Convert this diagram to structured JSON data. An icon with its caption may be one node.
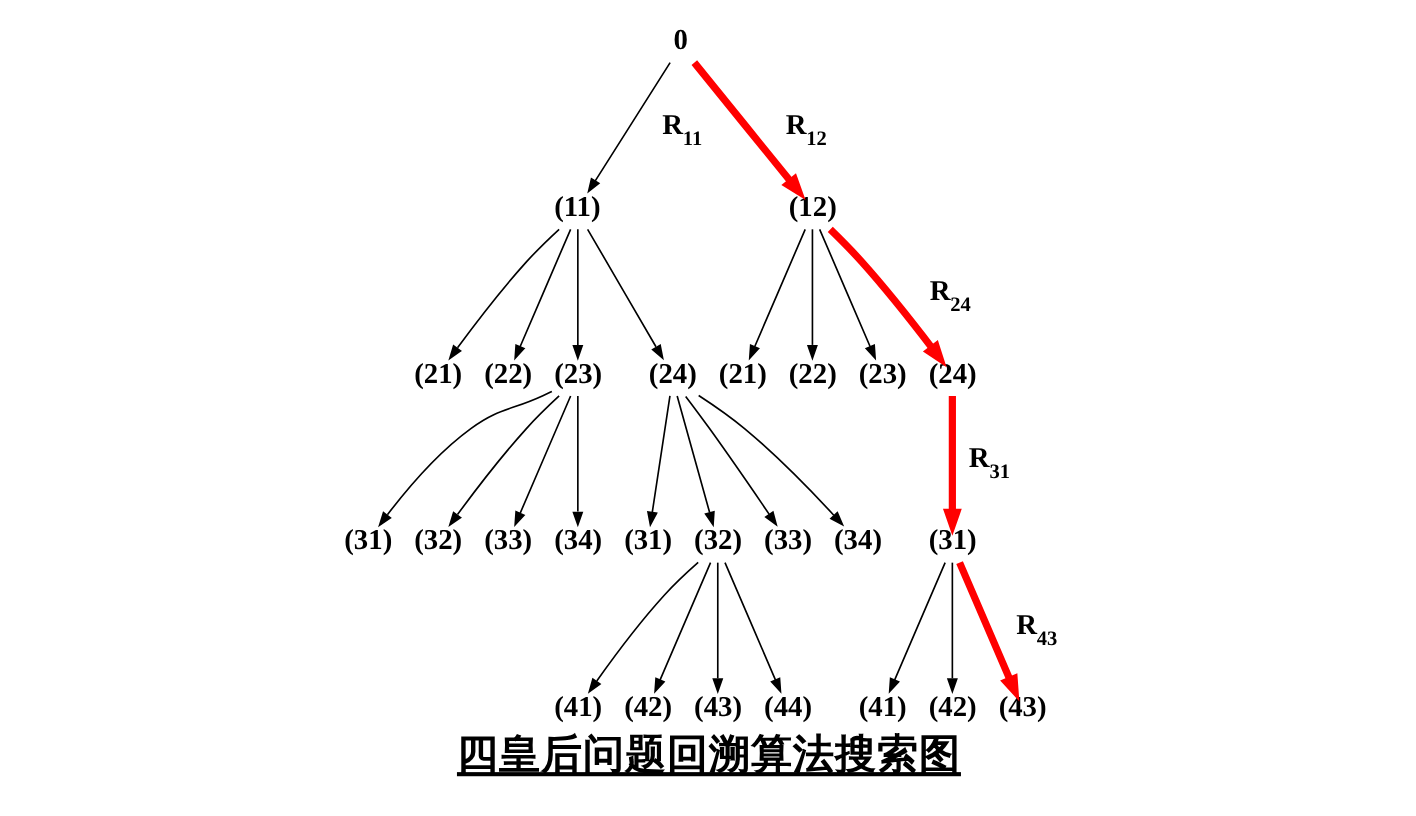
{
  "diagram": {
    "caption": "四皇后问题回溯算法搜索图",
    "nodes": [
      {
        "text": [
          "0"
        ]
      },
      {
        "text": [
          "(11)"
        ]
      },
      {
        "text": [
          "(12)"
        ]
      },
      {
        "text": [
          "(21)"
        ]
      },
      {
        "text": [
          "(22)"
        ]
      },
      {
        "text": [
          "(23)"
        ]
      },
      {
        "text": [
          "(24)"
        ]
      },
      {
        "text": [
          "(31)"
        ]
      },
      {
        "text": [
          "(32)"
        ]
      },
      {
        "text": [
          "(33)"
        ]
      },
      {
        "text": [
          "(34)"
        ]
      },
      {
        "text": [
          "(31)"
        ]
      },
      {
        "text": [
          "(32)"
        ]
      },
      {
        "text": [
          "(33)"
        ]
      },
      {
        "text": [
          "(34)"
        ]
      },
      {
        "text": [
          "(41)"
        ]
      },
      {
        "text": [
          "(42)"
        ]
      },
      {
        "text": [
          "(43)"
        ]
      },
      {
        "text": [
          "(44)"
        ]
      },
      {
        "text": [
          "(21)"
        ]
      },
      {
        "text": [
          "(22)"
        ]
      },
      {
        "text": [
          "(23)"
        ]
      },
      {
        "text": [
          "(24)"
        ]
      },
      {
        "text": [
          "(31)"
        ]
      },
      {
        "text": [
          "(41)"
        ]
      },
      {
        "text": [
          "(42)"
        ]
      },
      {
        "text": [
          "(43)"
        ]
      }
    ],
    "edges": [
      {
        "from": 0,
        "to": 1,
        "arrow": "to",
        "label": "R$_{11}$"
      },
      {
        "from": 0,
        "to": 2,
        "arrow": "to",
        "label": "R$_{12}$",
        "style": "thick",
        "color": "#ff0000"
      },
      {
        "from": 1,
        "to": 3,
        "arrow": "to"
      },
      {
        "from": 1,
        "to": 4,
        "arrow": "to"
      },
      {
        "from": 1,
        "to": 5,
        "arrow": "to"
      },
      {
        "from": 1,
        "to": 6,
        "arrow": "to"
      },
      {
        "from": 5,
        "to": 7,
        "arrow": "to"
      },
      {
        "from": 5,
        "to": 8,
        "arrow": "to"
      },
      {
        "from": 5,
        "to": 9,
        "arrow": "to"
      },
      {
        "from": 5,
        "to": 10,
        "arrow": "to"
      },
      {
        "from": 6,
        "to": 11,
        "arrow": "to"
      },
      {
        "from": 6,
        "to": 12,
        "arrow": "to"
      },
      {
        "from": 6,
        "to": 13,
        "arrow": "to"
      },
      {
        "from": 6,
        "to": 14,
        "arrow": "to"
      },
      {
        "from": 12,
        "to": 15,
        "arrow": "to"
      },
      {
        "from": 12,
        "to": 16,
        "arrow": "to"
      },
      {
        "from": 12,
        "to": 17,
        "arrow": "to"
      },
      {
        "from": 12,
        "to": 18,
        "arrow": "to"
      },
      {
        "from": 2,
        "to": 19,
        "arrow": "to"
      },
      {
        "from": 2,
        "to": 20,
        "arrow": "to"
      },
      {
        "from": 2,
        "to": 21,
        "arrow": "to"
      },
      {
        "from": 2,
        "to": 22,
        "arrow": "to",
        "label": "R$_{24}$",
        "style": "thick",
        "color": "#ff0000"
      },
      {
        "from": 22,
        "to": 23,
        "arrow": "to",
        "label": "R$_{31}$",
        "style": "thick",
        "color": "#ff0000"
      },
      {
        "from": 23,
        "to": 24,
        "arrow": "to"
      },
      {
        "from": 23,
        "to": 25,
        "arrow": "to"
      },
      {
        "from": 23,
        "to": 26,
        "arrow": "to",
        "label": "R$_{43}$",
        "style": "thick",
        "color": "#ff0000"
      }
    ]
  }
}
